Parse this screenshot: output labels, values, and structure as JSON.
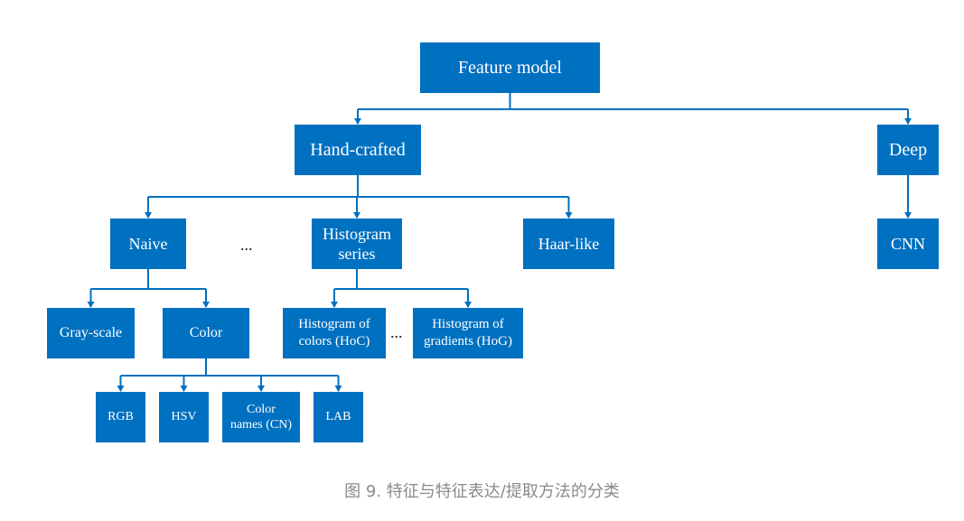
{
  "diagram": {
    "node_color": "#0070c0",
    "line_color": "#0070c0",
    "text_color": "#ffffff",
    "nodes": {
      "feature_model": "Feature model",
      "hand_crafted": "Hand-crafted",
      "deep": "Deep",
      "naive": "Naive",
      "histogram_series": "Histogram\nseries",
      "haar_like": "Haar-like",
      "cnn": "CNN",
      "gray_scale": "Gray-scale",
      "color": "Color",
      "histogram_of_colors": "Histogram of\ncolors (HoC)",
      "histogram_of_gradients": "Histogram of\ngradients (HoG)",
      "rgb": "RGB",
      "hsv": "HSV",
      "color_names": "Color\nnames (CN)",
      "lab": "LAB"
    },
    "ellipses": {
      "level2": "...",
      "level3": "..."
    },
    "edges": [
      [
        "feature_model",
        "hand_crafted"
      ],
      [
        "feature_model",
        "deep"
      ],
      [
        "hand_crafted",
        "naive"
      ],
      [
        "hand_crafted",
        "histogram_series"
      ],
      [
        "hand_crafted",
        "haar_like"
      ],
      [
        "deep",
        "cnn"
      ],
      [
        "naive",
        "gray_scale"
      ],
      [
        "naive",
        "color"
      ],
      [
        "histogram_series",
        "histogram_of_colors"
      ],
      [
        "histogram_series",
        "histogram_of_gradients"
      ],
      [
        "color",
        "rgb"
      ],
      [
        "color",
        "hsv"
      ],
      [
        "color",
        "color_names"
      ],
      [
        "color",
        "lab"
      ]
    ]
  },
  "caption": "图 9. 特征与特征表达/提取方法的分类"
}
